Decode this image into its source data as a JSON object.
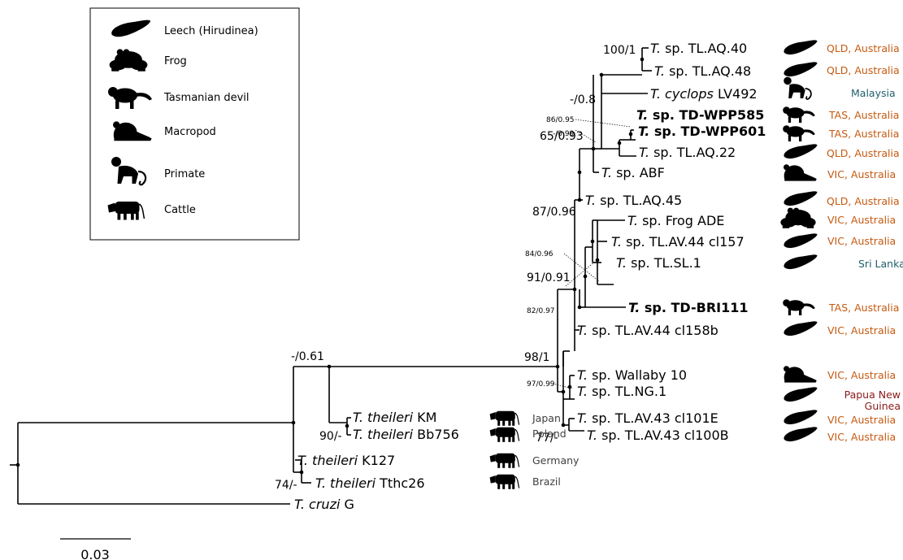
{
  "legend": {
    "items": [
      {
        "icon": "leech-icon",
        "label": "Leech (Hirudinea)"
      },
      {
        "icon": "frog-icon",
        "label": "Frog"
      },
      {
        "icon": "tasmanian-devil-icon",
        "label": "Tasmanian devil"
      },
      {
        "icon": "macropod-icon",
        "label": "Macropod"
      },
      {
        "icon": "primate-icon",
        "label": "Primate"
      },
      {
        "icon": "cattle-icon",
        "label": "Cattle"
      }
    ]
  },
  "taxa": [
    {
      "genus": "T.",
      "name": "sp. TL.AQ.40",
      "bold": false,
      "host": "leech-icon",
      "location": "QLD, Australia"
    },
    {
      "genus": "T.",
      "name": "sp. TL.AQ.48",
      "bold": false,
      "host": "leech-icon",
      "location": "QLD, Australia"
    },
    {
      "genus": "T. cyclops",
      "name": "LV492",
      "bold": false,
      "host": "primate-icon",
      "location": "Malaysia"
    },
    {
      "genus": "T.",
      "name": "sp. TD-WPP585",
      "bold": true,
      "host": "tasmanian-devil-icon",
      "location": "TAS, Australia"
    },
    {
      "genus": "T.",
      "name": "sp. TD-WPP601",
      "bold": true,
      "host": "tasmanian-devil-icon",
      "location": "TAS, Australia"
    },
    {
      "genus": "T.",
      "name": "sp. TL.AQ.22",
      "bold": false,
      "host": "leech-icon",
      "location": "QLD, Australia"
    },
    {
      "genus": "T.",
      "name": "sp. ABF",
      "bold": false,
      "host": "macropod-icon",
      "location": "VIC, Australia"
    },
    {
      "genus": "T.",
      "name": "sp. TL.AQ.45",
      "bold": false,
      "host": "leech-icon",
      "location": "QLD, Australia"
    },
    {
      "genus": "T.",
      "name": "sp. Frog ADE",
      "bold": false,
      "host": "frog-icon",
      "location": "VIC, Australia"
    },
    {
      "genus": "T.",
      "name": "sp. TL.AV.44 cl157",
      "bold": false,
      "host": "leech-icon",
      "location": "VIC, Australia"
    },
    {
      "genus": "T.",
      "name": "sp. TL.SL.1",
      "bold": false,
      "host": "leech-icon",
      "location": "Sri Lanka"
    },
    {
      "genus": "T.",
      "name": "sp. TD-BRI111",
      "bold": true,
      "host": "tasmanian-devil-icon",
      "location": "TAS, Australia"
    },
    {
      "genus": "T.",
      "name": "sp. TL.AV.44 cl158b",
      "bold": false,
      "host": "leech-icon",
      "location": "VIC, Australia"
    },
    {
      "genus": "T.",
      "name": "sp. Wallaby 10",
      "bold": false,
      "host": "macropod-icon",
      "location": "VIC, Australia"
    },
    {
      "genus": "T.",
      "name": "sp. TL.NG.1",
      "bold": false,
      "host": "leech-icon",
      "location": "Papua New Guinea"
    },
    {
      "genus": "T.",
      "name": "sp. TL.AV.43 cl101E",
      "bold": false,
      "host": "leech-icon",
      "location": "VIC, Australia"
    },
    {
      "genus": "T.",
      "name": "sp. TL.AV.43 cl100B",
      "bold": false,
      "host": "leech-icon",
      "location": "VIC, Australia"
    },
    {
      "genus": "T. theileri",
      "name": "KM",
      "bold": false,
      "host": "cattle-icon",
      "location": "Japan"
    },
    {
      "genus": "T. theileri",
      "name": "Bb756",
      "bold": false,
      "host": "cattle-icon",
      "location": "Poland"
    },
    {
      "genus": "T. theileri",
      "name": "K127",
      "bold": false,
      "host": "cattle-icon",
      "location": "Germany"
    },
    {
      "genus": "T. theileri",
      "name": "Tthc26",
      "bold": false,
      "host": "cattle-icon",
      "location": "Brazil"
    },
    {
      "genus": "T. cruzi",
      "name": "G",
      "bold": false,
      "host": "",
      "location": ""
    }
  ],
  "location_colors": {
    "australia": "#c55a11",
    "malaysia": "#1f5f6b",
    "sri_lanka": "#1f5f6b",
    "papua_new_guinea": "#8b1a1a",
    "other": "#404040"
  },
  "support_values": [
    "100/1",
    "-/0.8",
    "86/0.95",
    "-/0.99",
    "65/0.93",
    "87/0.96",
    "84/0.96",
    "91/0.91",
    "82/0.97",
    "98/1",
    "97/0.99",
    "77/-",
    "-/0.61",
    "90/-",
    "74/-"
  ],
  "scale_bar": {
    "label": "0.03"
  }
}
